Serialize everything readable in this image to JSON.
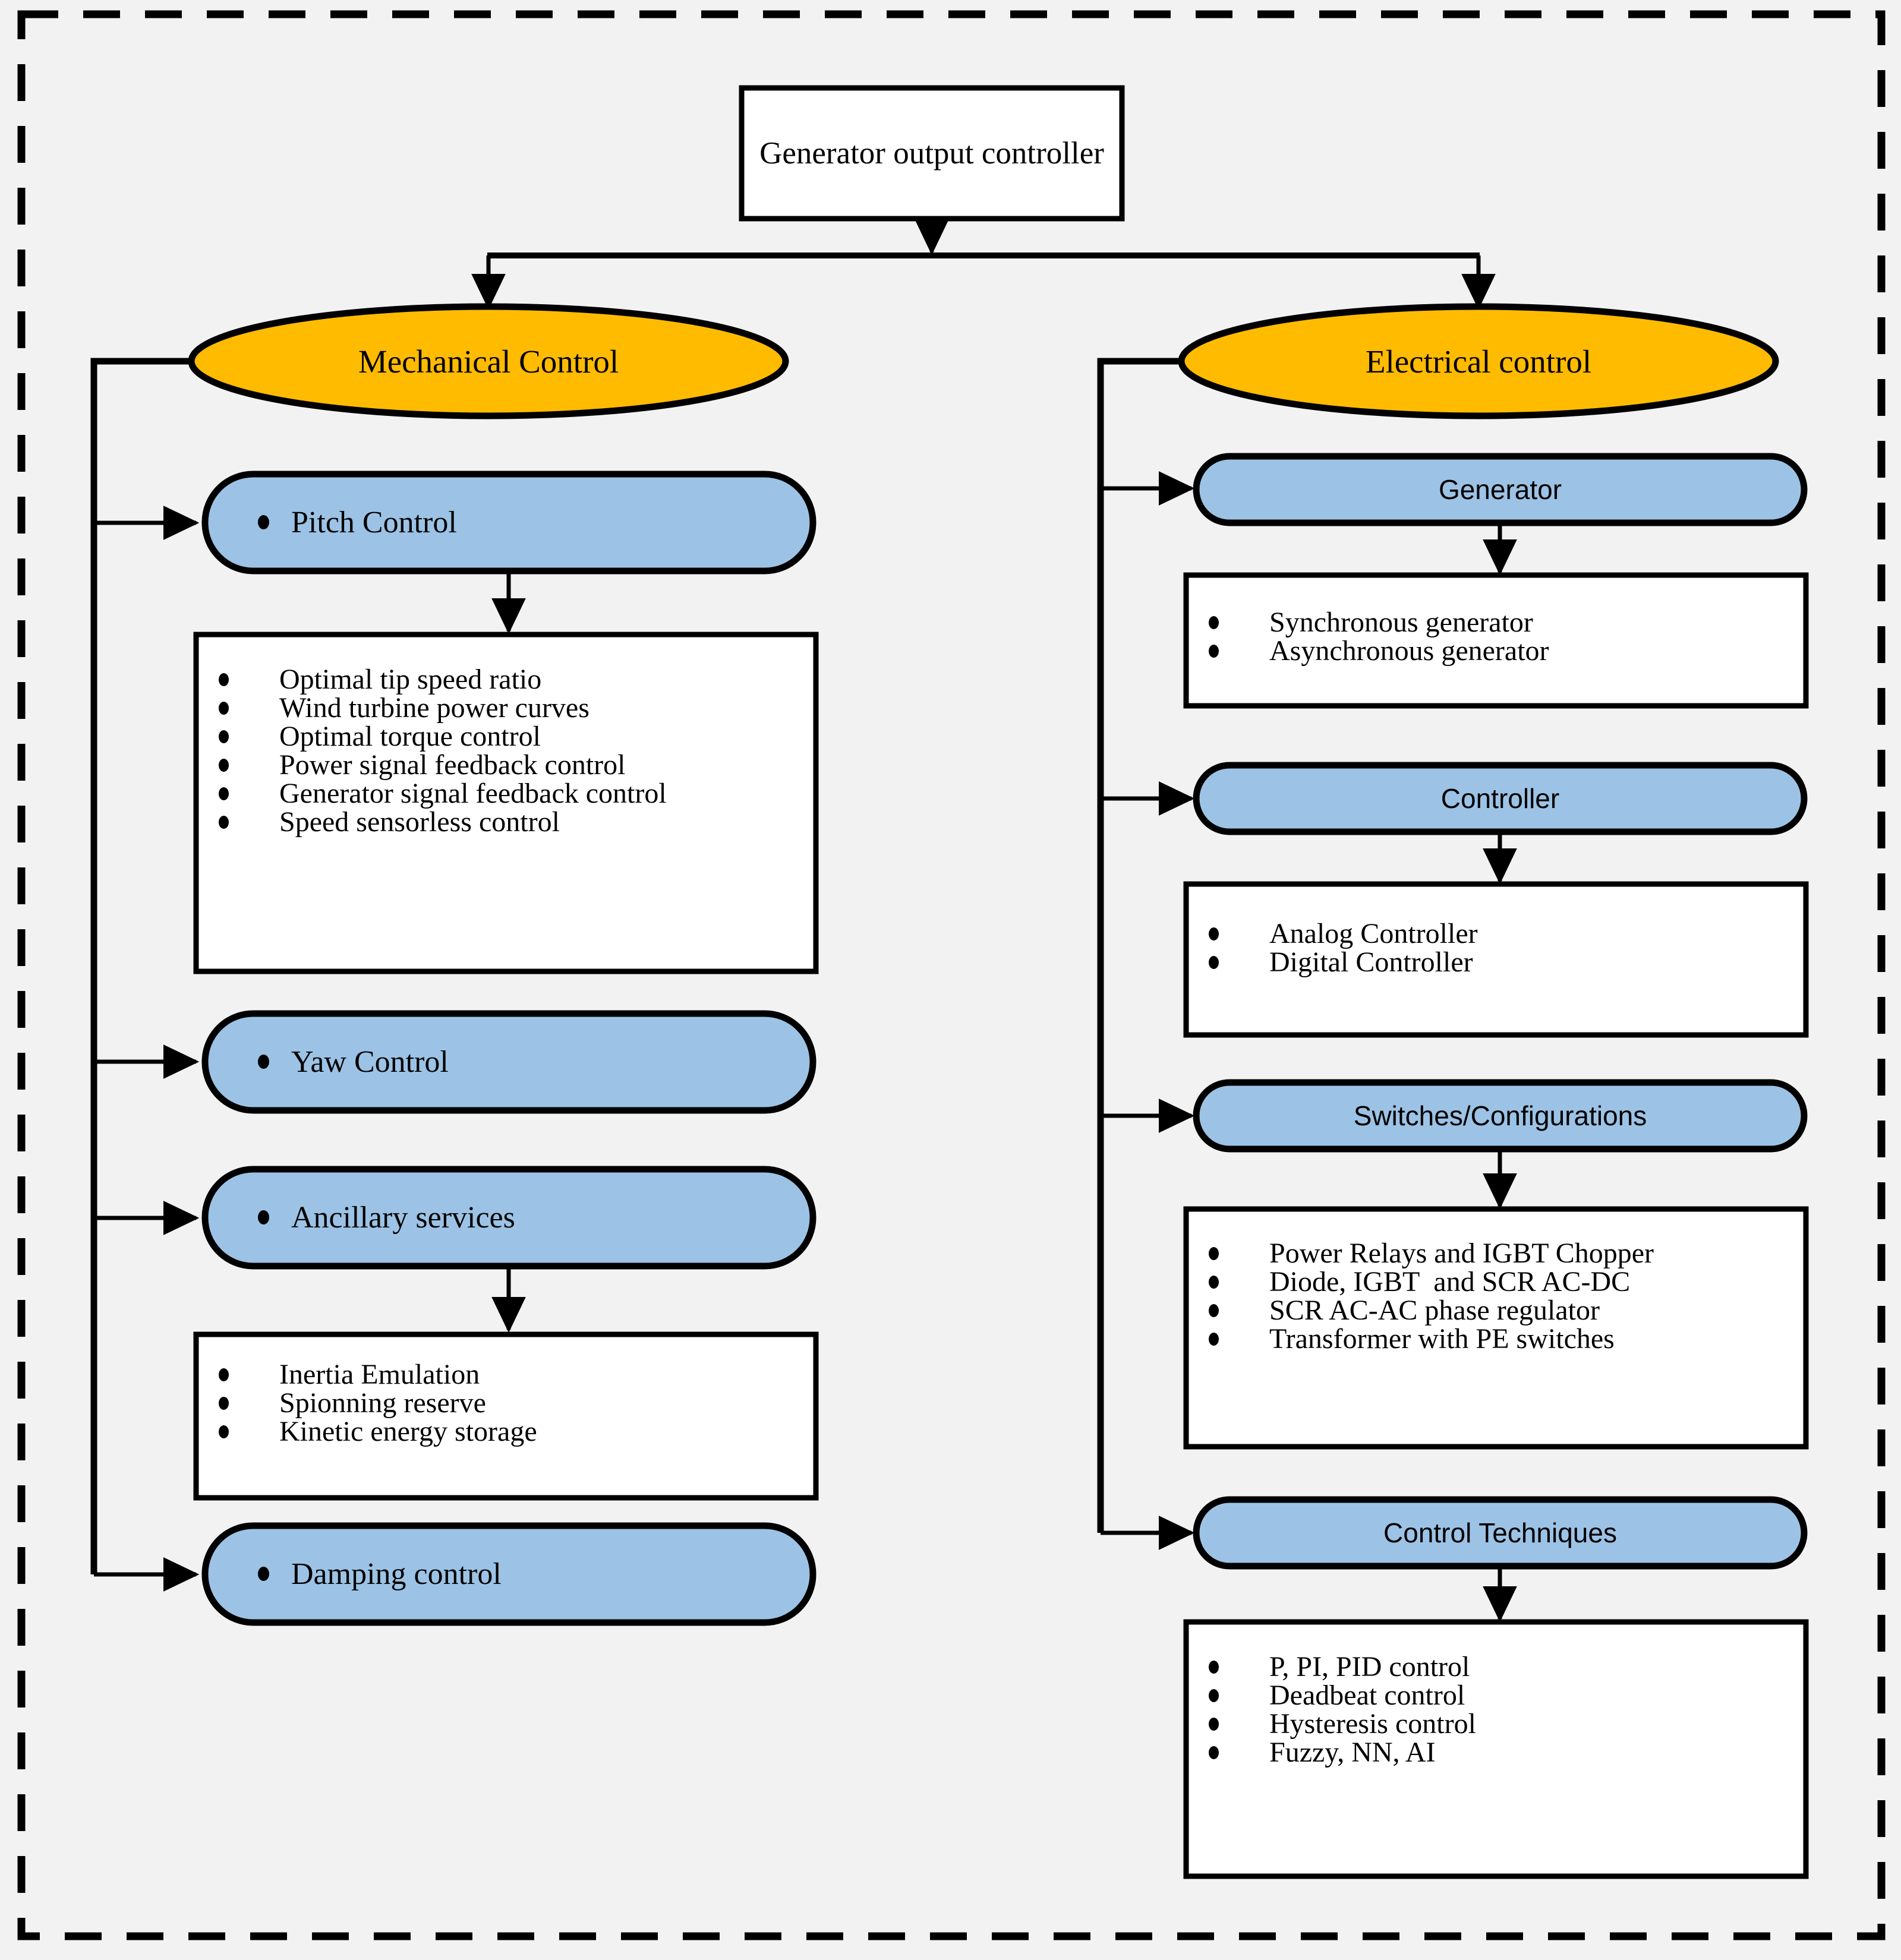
{
  "diagram": {
    "title": "Generator output controller",
    "colors": {
      "background": "#f2f2f2",
      "accent_orange": "#FFBB00",
      "accent_blue": "#9CC3E5",
      "box_fill": "#FFFFFF",
      "stroke": "#000000"
    },
    "root": {
      "label": "Generator output controller"
    },
    "branches": [
      {
        "id": "mechanical",
        "label": "Mechanical Control",
        "shape": "ellipse",
        "fill": "#FFBB00",
        "items": [
          {
            "id": "pitch-control",
            "label": "Pitch Control",
            "shape": "pill",
            "bulleted": true,
            "details": [
              "Optimal tip speed ratio",
              "Wind turbine power curves",
              "Optimal torque control",
              "Power signal feedback control",
              "Generator signal feedback control",
              "Speed sensorless control"
            ]
          },
          {
            "id": "yaw-control",
            "label": "Yaw Control",
            "shape": "pill",
            "bulleted": true,
            "details": []
          },
          {
            "id": "ancillary-services",
            "label": "Ancillary services",
            "shape": "pill",
            "bulleted": true,
            "details": [
              "Inertia Emulation",
              "Spionning reserve",
              "Kinetic energy storage"
            ]
          },
          {
            "id": "damping-control",
            "label": "Damping control",
            "shape": "pill",
            "bulleted": true,
            "details": []
          }
        ]
      },
      {
        "id": "electrical",
        "label": "Electrical control",
        "shape": "ellipse",
        "fill": "#FFBB00",
        "items": [
          {
            "id": "generator",
            "label": "Generator",
            "shape": "pill",
            "bulleted": false,
            "details": [
              "Synchronous generator",
              "Asynchronous generator"
            ]
          },
          {
            "id": "controller",
            "label": "Controller",
            "shape": "pill",
            "bulleted": false,
            "details": [
              "Analog Controller",
              "Digital Controller"
            ]
          },
          {
            "id": "switches-configurations",
            "label": "Switches/Configurations",
            "shape": "pill",
            "bulleted": false,
            "details": [
              "Power Relays and IGBT Chopper",
              "Diode, IGBT  and SCR AC-DC",
              "SCR AC-AC phase regulator",
              "Transformer with PE switches"
            ]
          },
          {
            "id": "control-techniques",
            "label": "Control Techniques",
            "shape": "pill",
            "bulleted": false,
            "details": [
              "P, PI, PID control",
              "Deadbeat control",
              "Hysteresis control",
              "Fuzzy, NN, AI"
            ]
          }
        ]
      }
    ]
  }
}
